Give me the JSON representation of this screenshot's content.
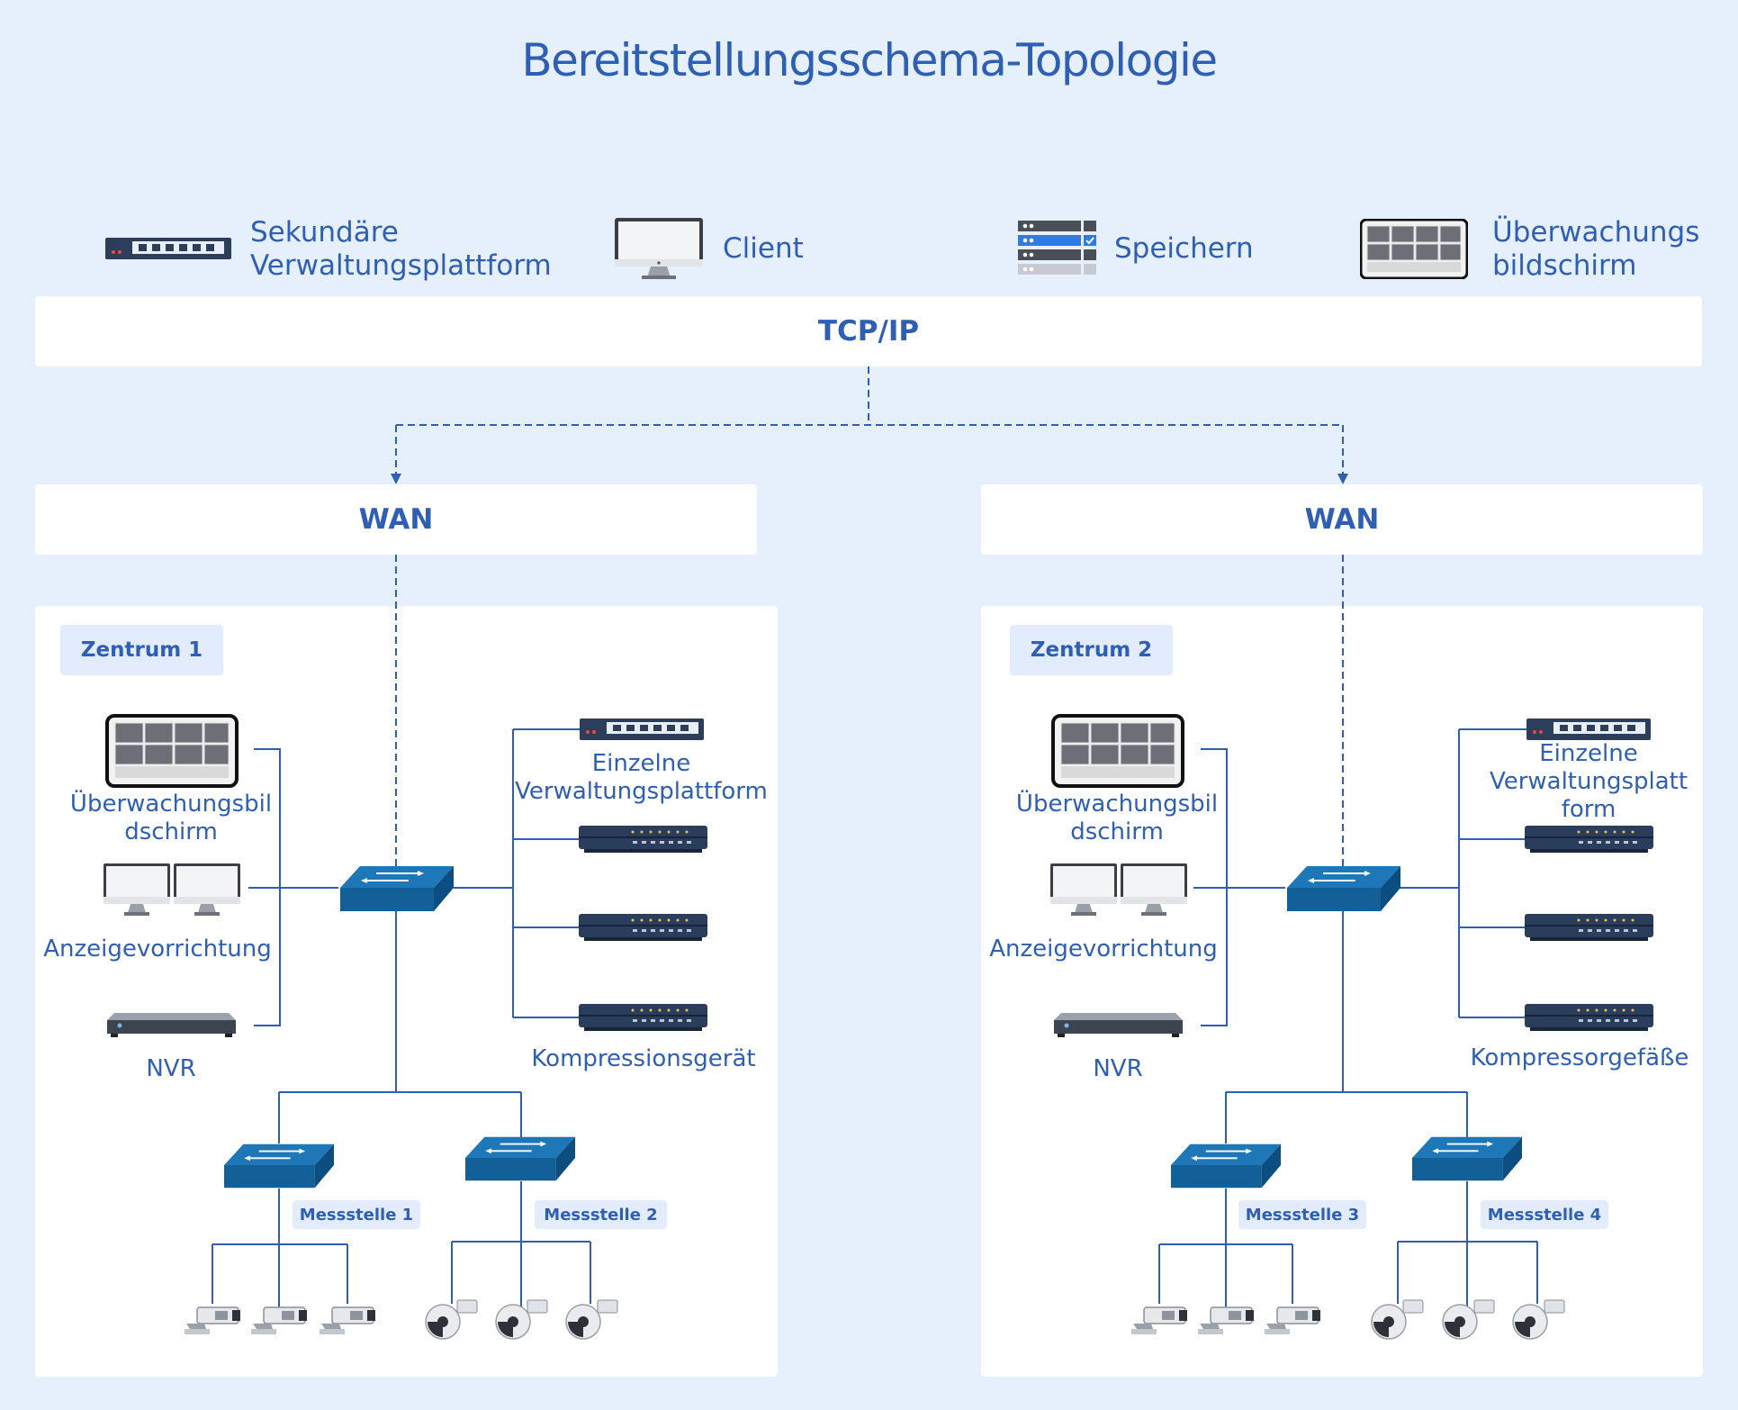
{
  "title": "Bereitstellungsschema-Topologie",
  "legend": [
    {
      "icon": "switch-icon",
      "label_line1": "Sekundäre",
      "label_line2": "Verwaltungsplattform"
    },
    {
      "icon": "monitor-icon",
      "label_line1": "Client",
      "label_line2": ""
    },
    {
      "icon": "storage-server-icon",
      "label_line1": "Speichern",
      "label_line2": ""
    },
    {
      "icon": "surveillance-screen-icon",
      "label_line1": "Überwachungs",
      "label_line2": "bildschirm"
    }
  ],
  "network": {
    "tcpip": "TCP/IP",
    "wan_left": "WAN",
    "wan_right": "WAN"
  },
  "centers": [
    {
      "tag": "Zentrum 1",
      "screen_label_1": "Überwachungsbil",
      "screen_label_2": "dschirm",
      "display_label": "Anzeigevorrichtung",
      "nvr_label": "NVR",
      "platform_label_1": "Einzelne",
      "platform_label_2": "Verwaltungsplattform",
      "platform_label_3": "",
      "compression_label": "Kompressionsgerät",
      "points": [
        "Messstelle 1",
        "Messstelle 2"
      ]
    },
    {
      "tag": "Zentrum 2",
      "screen_label_1": "Überwachungsbil",
      "screen_label_2": "dschirm",
      "display_label": "Anzeigevorrichtung",
      "nvr_label": "NVR",
      "platform_label_1": "Einzelne",
      "platform_label_2": "Verwaltungsplatt",
      "platform_label_3": "form",
      "compression_label": "Kompressorgefäße",
      "points": [
        "Messstelle 3",
        "Messstelle 4"
      ]
    }
  ],
  "colors": {
    "background": "#e6f0fd",
    "line": "#2f5fb3",
    "switch": "#1a6aa6",
    "device_dark": "#2c3e50"
  }
}
